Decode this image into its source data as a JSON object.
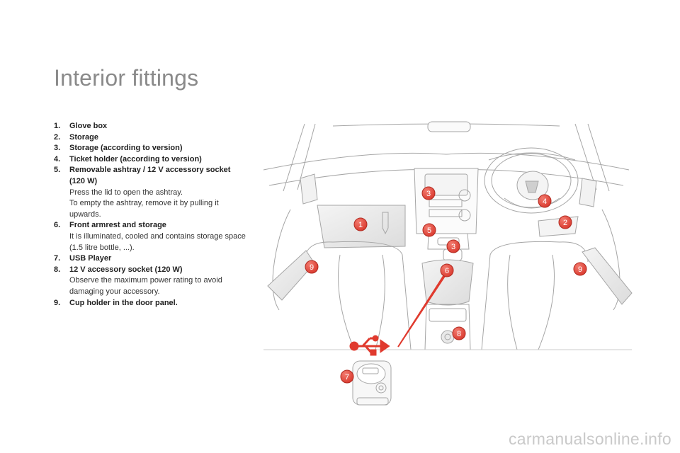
{
  "page": {
    "title": "Interior fittings",
    "watermark": "carmanualsonline.info"
  },
  "items": [
    {
      "num": "1.",
      "head": "Glove box",
      "desc": []
    },
    {
      "num": "2.",
      "head": "Storage",
      "desc": []
    },
    {
      "num": "3.",
      "head": "Storage (according to version)",
      "desc": []
    },
    {
      "num": "4.",
      "head": "Ticket holder (according to version)",
      "desc": []
    },
    {
      "num": "5.",
      "head": "Removable ashtray / 12 V accessory socket (120 W)",
      "desc": [
        "Press the lid to open the ashtray.",
        "To empty the ashtray, remove it by pulling it upwards."
      ]
    },
    {
      "num": "6.",
      "head": "Front armrest and storage",
      "desc": [
        "It is illuminated, cooled and contains storage space (1.5 litre bottle, ...)."
      ]
    },
    {
      "num": "7.",
      "head": "USB Player",
      "desc": []
    },
    {
      "num": "8.",
      "head": "12 V accessory socket (120 W)",
      "desc": [
        "Observe the maximum power rating to avoid damaging your accessory."
      ]
    },
    {
      "num": "9.",
      "head": "Cup holder in the door panel.",
      "desc": []
    }
  ],
  "callouts": {
    "c1": "1",
    "c2": "2",
    "c3a": "3",
    "c3b": "3",
    "c4": "4",
    "c5": "5",
    "c6": "6",
    "c7": "7",
    "c8": "8",
    "c9a": "9",
    "c9b": "9"
  },
  "colors": {
    "accent": "#e03a2e",
    "line": "#9a9a9a",
    "title": "#8a8a8a"
  }
}
